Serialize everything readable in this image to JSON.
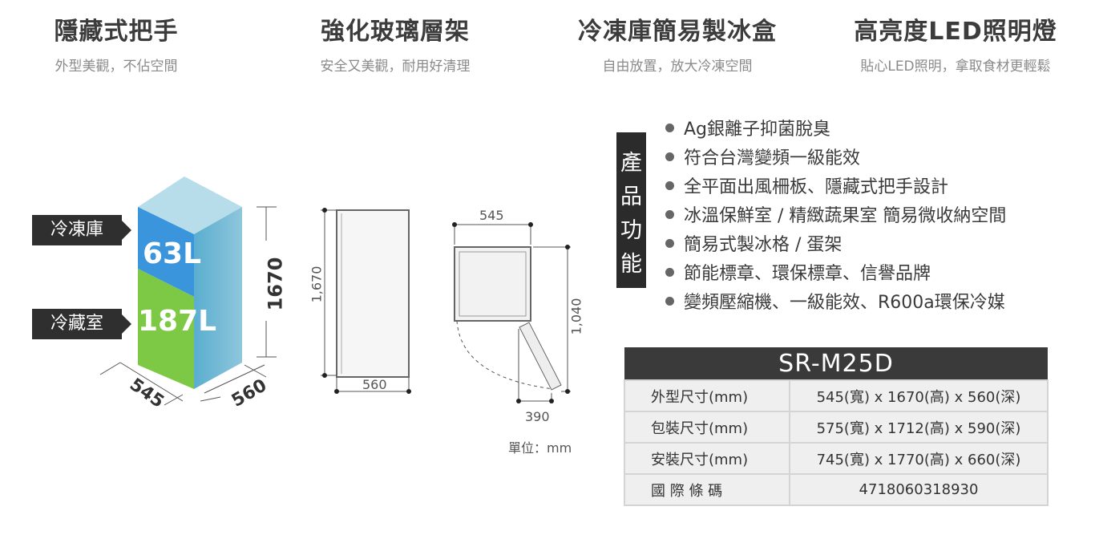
{
  "features": [
    {
      "title": "隱藏式把手",
      "subtitle": "外型美觀，不佔空間"
    },
    {
      "title": "強化玻璃層架",
      "subtitle": "安全又美觀，耐用好清理"
    },
    {
      "title": "冷凍庫簡易製冰盒",
      "subtitle": "自由放置，放大冷凍空間"
    },
    {
      "title": "高亮度LED照明燈",
      "subtitle": "貼心LED照明，拿取食材更輕鬆"
    }
  ],
  "fridge": {
    "freezer_label": "冷凍庫",
    "freezer_volume": "63L",
    "fridge_label": "冷藏室",
    "fridge_volume": "187L",
    "height": "1670",
    "width": "545",
    "depth": "560",
    "freezer_color": "#3a95dd",
    "fridge_color": "#7dc845"
  },
  "drawings": {
    "front_height": "1,670",
    "front_width": "560",
    "top_width": "545",
    "top_depth": "1,040",
    "door_clearance": "390",
    "unit": "單位：mm"
  },
  "product_functions": {
    "heading": "產品功能",
    "items": [
      "Ag銀離子抑菌脫臭",
      "符合台灣變頻一級能效",
      "全平面出風柵板、隱藏式把手設計",
      "冰溫保鮮室 / 精緻蔬果室 簡易微收納空間",
      "簡易式製冰格 / 蛋架",
      "節能標章、環保標章、信譽品牌",
      "變頻壓縮機、一級能效、R600a環保冷媒"
    ]
  },
  "spec_table": {
    "model": "SR-M25D",
    "rows": [
      {
        "label": "外型尺寸(mm)",
        "value": "545(寬) x 1670(高) x 560(深)"
      },
      {
        "label": "包裝尺寸(mm)",
        "value": "575(寬) x 1712(高) x 590(深)"
      },
      {
        "label": "安裝尺寸(mm)",
        "value": "745(寬) x 1770(高) x 660(深)"
      },
      {
        "label": "國 際 條 碼",
        "value": "4718060318930"
      }
    ]
  }
}
